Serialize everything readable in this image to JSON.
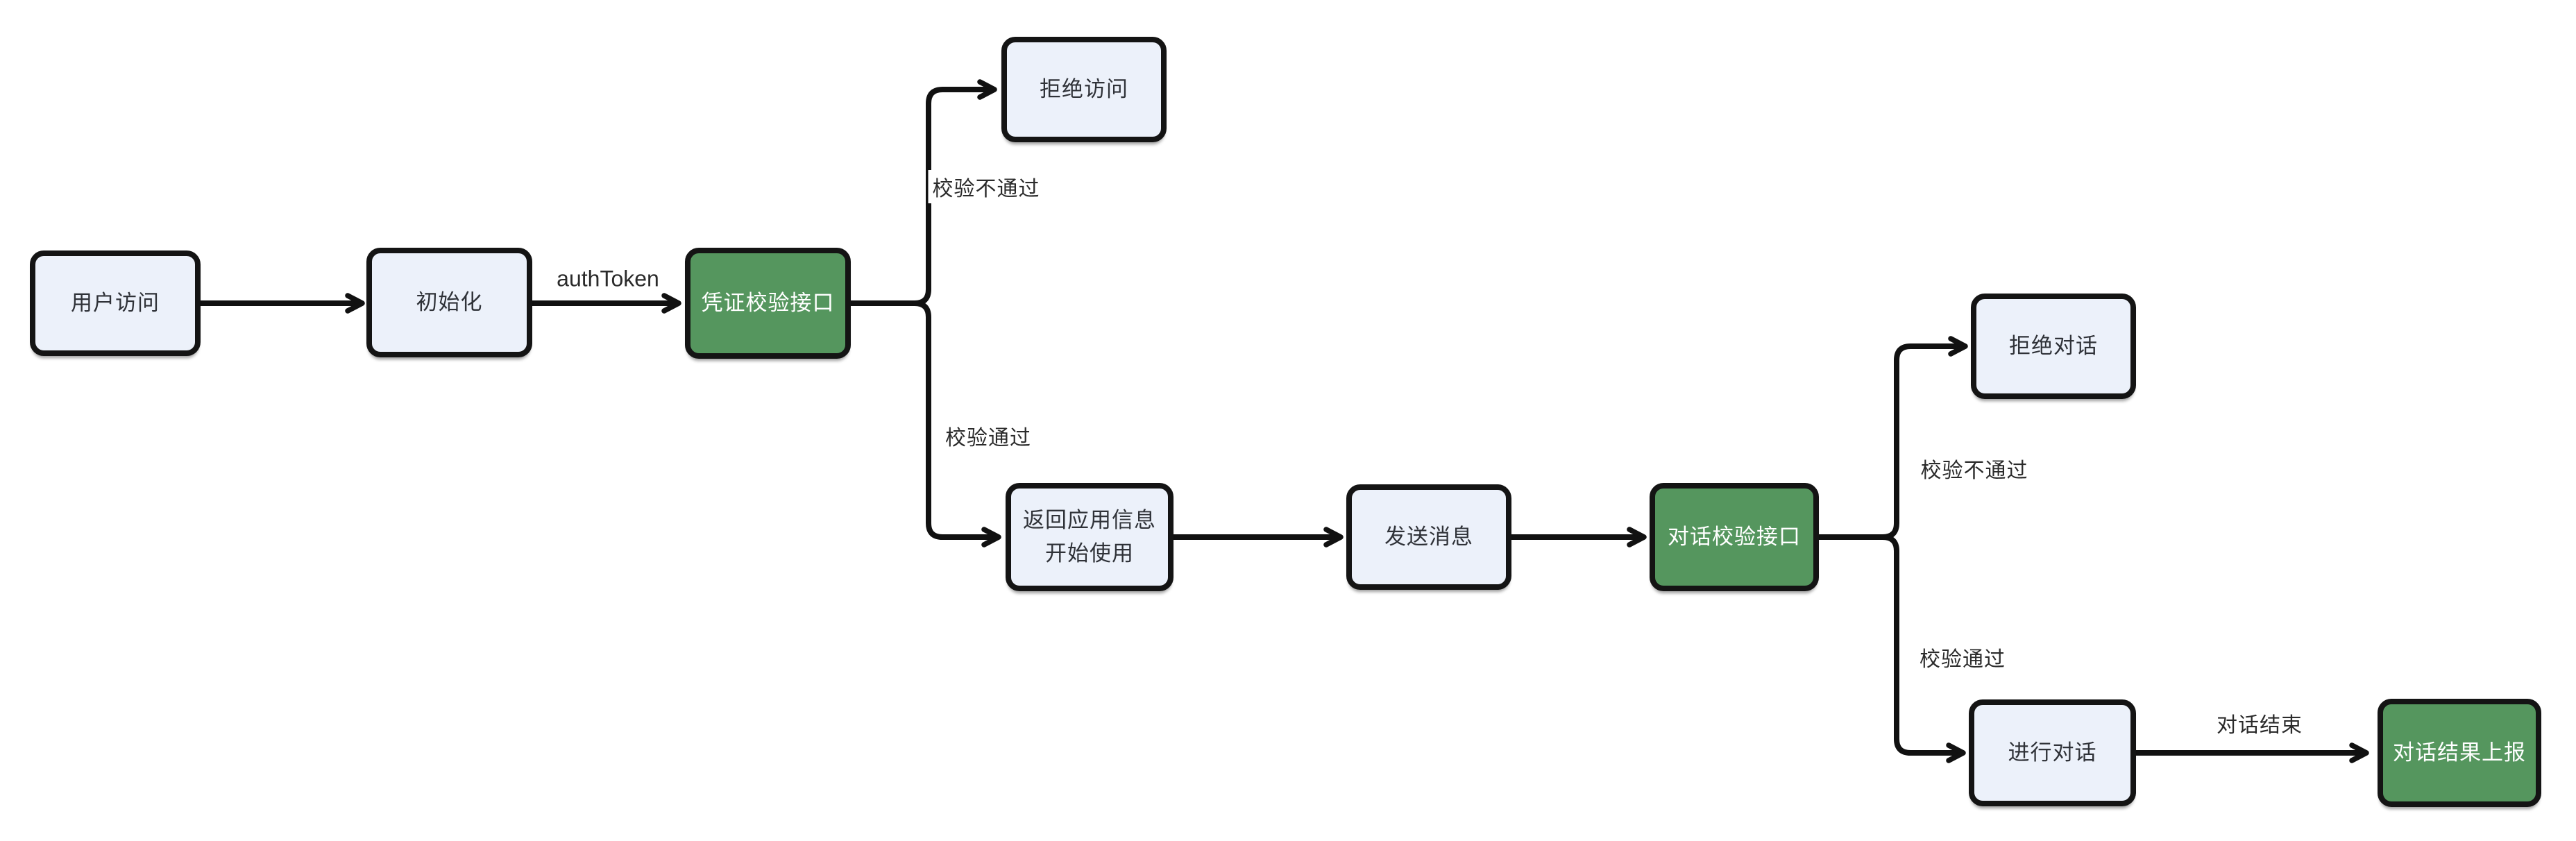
{
  "diagram": {
    "type": "flowchart",
    "background": "#ffffff",
    "colors": {
      "node_fill_light": "#ecf1fa",
      "node_fill_green": "#55965e",
      "node_stroke": "#141414",
      "edge_stroke": "#111111",
      "node_text_dark": "#2f3238",
      "node_text_light": "#ffffff",
      "label_text": "#2b2b2b"
    },
    "nodes": {
      "user_access": {
        "label": "用户访问"
      },
      "init": {
        "label": "初始化"
      },
      "credential_check": {
        "label": "凭证校验接口"
      },
      "deny_access": {
        "label": "拒绝访问"
      },
      "return_app_info": {
        "label": "返回应用信息\n开始使用"
      },
      "send_message": {
        "label": "发送消息"
      },
      "dialog_check": {
        "label": "对话校验接口"
      },
      "deny_dialog": {
        "label": "拒绝对话"
      },
      "do_dialog": {
        "label": "进行对话"
      },
      "report_result": {
        "label": "对话结果上报"
      }
    },
    "edge_labels": {
      "auth_token": "authToken",
      "check_fail_1": "校验不通过",
      "check_pass_1": "校验通过",
      "check_fail_2": "校验不通过",
      "check_pass_2": "校验通过",
      "dialog_end": "对话结束"
    }
  }
}
